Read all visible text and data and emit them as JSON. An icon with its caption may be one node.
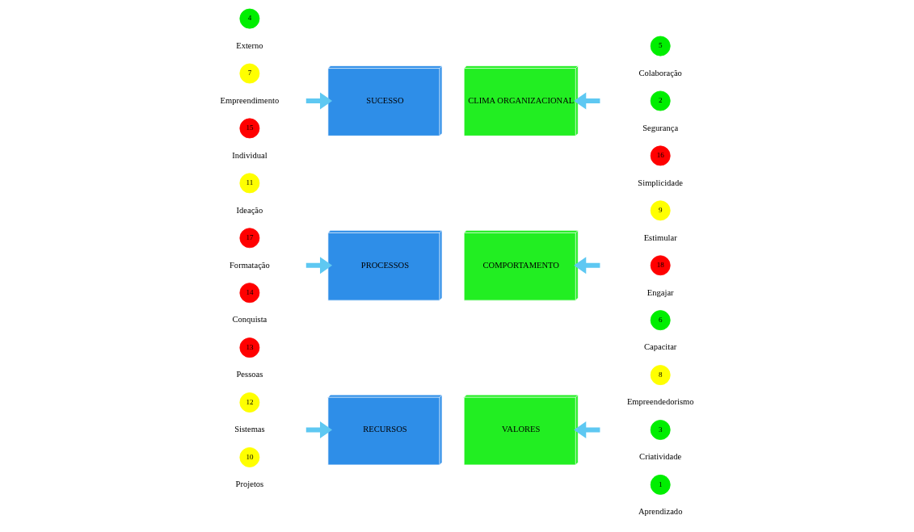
{
  "diagram": {
    "nodes": [
      {
        "text": [
          "13"
        ],
        "beside": [
          "Pessoas"
        ]
      },
      {
        "text": [
          "12"
        ],
        "beside": [
          "Sistemas"
        ]
      },
      {
        "text": [
          "10"
        ],
        "beside": [
          "Projetos"
        ]
      },
      {
        "text": [
          "11"
        ],
        "beside": [
          "Ideação"
        ]
      },
      {
        "text": [
          "17"
        ],
        "beside": [
          "Formatação"
        ]
      },
      {
        "text": [
          "14"
        ],
        "beside": [
          "Conquista"
        ]
      },
      {
        "text": [
          "4"
        ],
        "beside": [
          "Externo"
        ]
      },
      {
        "text": [
          "7"
        ],
        "beside": [
          "Empreendimento"
        ]
      },
      {
        "text": [
          "15"
        ],
        "beside": [
          "Individual"
        ]
      },
      {
        "text": [
          "RECURSOS"
        ]
      },
      {
        "text": [
          "PROCESSOS"
        ]
      },
      {
        "text": [
          "SUCESSO"
        ]
      },
      {
        "text": [
          "VALORES"
        ]
      },
      {
        "text": [
          "COMPORTAMENTO"
        ]
      },
      {
        "text": [
          "CLIMA ORGANIZACIONAL"
        ]
      },
      {
        "text": [
          "8"
        ],
        "beside": [
          "Empreendedorismo"
        ]
      },
      {
        "text": [
          "3"
        ],
        "beside": [
          "Criatividade"
        ]
      },
      {
        "text": [
          "1"
        ],
        "beside": [
          "Aprendizado"
        ]
      },
      {
        "text": [
          "9"
        ],
        "beside": [
          "Estimular"
        ]
      },
      {
        "text": [
          "18"
        ],
        "beside": [
          "Engajar"
        ]
      },
      {
        "text": [
          "6"
        ],
        "beside": [
          "Capacitar"
        ]
      },
      {
        "text": [
          "5"
        ],
        "beside": [
          "Colaboração"
        ]
      },
      {
        "text": [
          "2"
        ],
        "beside": [
          "Segurança"
        ]
      },
      {
        "text": [
          "16"
        ],
        "beside": [
          "Simplicidade"
        ]
      }
    ],
    "edges": [
      {
        "from": null,
        "to": 9,
        "arrow": "to"
      },
      {
        "from": null,
        "to": 10,
        "arrow": "to"
      },
      {
        "from": null,
        "to": 11,
        "arrow": "to"
      },
      {
        "from": null,
        "to": 12,
        "arrow": "to"
      },
      {
        "from": null,
        "to": 13,
        "arrow": "to"
      },
      {
        "from": null,
        "to": 14,
        "arrow": "to"
      }
    ]
  }
}
